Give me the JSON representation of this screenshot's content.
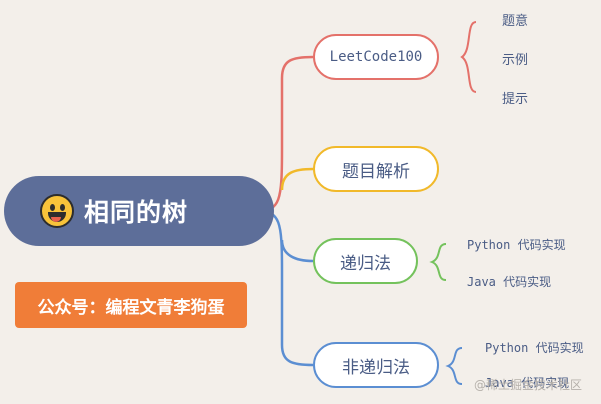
{
  "diagram": {
    "root": {
      "title": "相同的树",
      "icon": "grinning-tongue-emoji-icon"
    },
    "badge": "公众号：编程文青李狗蛋",
    "branches": [
      {
        "label": "LeetCode100",
        "color": "#e4716a",
        "children": [
          "题意",
          "示例",
          "提示"
        ]
      },
      {
        "label": "题目解析",
        "color": "#f1b92a",
        "children": []
      },
      {
        "label": "递归法",
        "color": "#74c25c",
        "children": [
          "Python 代码实现",
          "Java 代码实现"
        ]
      },
      {
        "label": "非递归法",
        "color": "#5b8ed2",
        "children": [
          "Python 代码实现",
          "Java 代码实现"
        ]
      }
    ],
    "watermark": "@稀土掘金技术社区"
  }
}
